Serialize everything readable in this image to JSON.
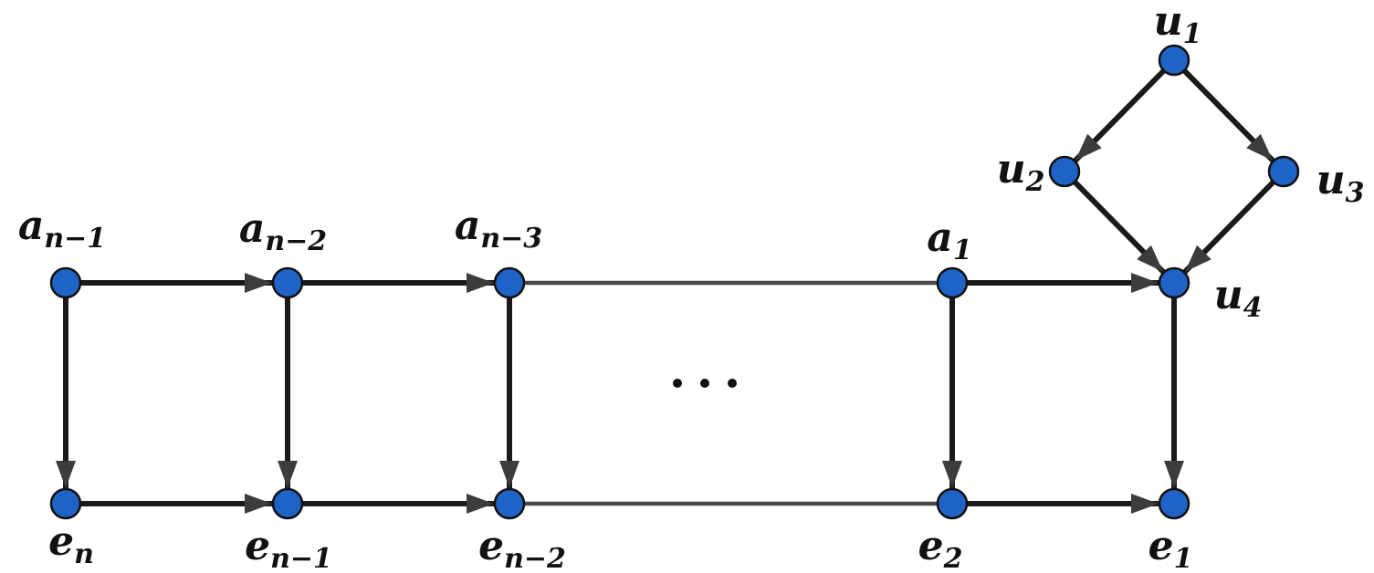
{
  "diagram": {
    "node_color": "#1f63c6",
    "edge_color": "#1a1a1a",
    "nodes": [
      {
        "id": "a_n-1",
        "base": "a",
        "sub": "n−1"
      },
      {
        "id": "a_n-2",
        "base": "a",
        "sub": "n−2"
      },
      {
        "id": "a_n-3",
        "base": "a",
        "sub": "n−3"
      },
      {
        "id": "a_1",
        "base": "a",
        "sub": "1"
      },
      {
        "id": "u_4",
        "base": "u",
        "sub": "4"
      },
      {
        "id": "u_1",
        "base": "u",
        "sub": "1"
      },
      {
        "id": "u_2",
        "base": "u",
        "sub": "2"
      },
      {
        "id": "u_3",
        "base": "u",
        "sub": "3"
      },
      {
        "id": "e_n",
        "base": "e",
        "sub": "n"
      },
      {
        "id": "e_n-1",
        "base": "e",
        "sub": "n−1"
      },
      {
        "id": "e_n-2",
        "base": "e",
        "sub": "n−2"
      },
      {
        "id": "e_2",
        "base": "e",
        "sub": "2"
      },
      {
        "id": "e_1",
        "base": "e",
        "sub": "1"
      }
    ],
    "edges": [
      {
        "from": "a_n-1",
        "to": "a_n-2",
        "directed": true
      },
      {
        "from": "a_n-2",
        "to": "a_n-3",
        "directed": true
      },
      {
        "from": "a_n-3",
        "to": "a_1",
        "directed": false
      },
      {
        "from": "a_1",
        "to": "u_4",
        "directed": true
      },
      {
        "from": "a_n-1",
        "to": "e_n",
        "directed": true
      },
      {
        "from": "a_n-2",
        "to": "e_n-1",
        "directed": true
      },
      {
        "from": "a_n-3",
        "to": "e_n-2",
        "directed": true
      },
      {
        "from": "a_1",
        "to": "e_2",
        "directed": true
      },
      {
        "from": "u_4",
        "to": "e_1",
        "directed": true
      },
      {
        "from": "e_n",
        "to": "e_n-1",
        "directed": true
      },
      {
        "from": "e_n-1",
        "to": "e_n-2",
        "directed": true
      },
      {
        "from": "e_n-2",
        "to": "e_2",
        "directed": false
      },
      {
        "from": "e_2",
        "to": "e_1",
        "directed": true
      },
      {
        "from": "u_1",
        "to": "u_2",
        "directed": true
      },
      {
        "from": "u_1",
        "to": "u_3",
        "directed": true
      },
      {
        "from": "u_2",
        "to": "u_4",
        "directed": true
      },
      {
        "from": "u_3",
        "to": "u_4",
        "directed": true
      }
    ],
    "ellipsis": "⋯"
  }
}
